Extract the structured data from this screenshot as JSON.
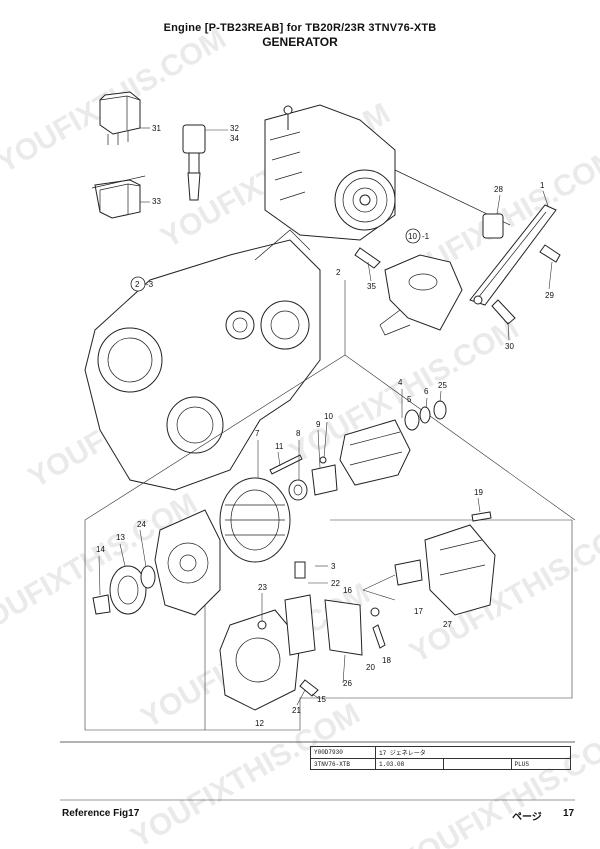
{
  "header": {
    "line1": "Engine [P-TB23REAB] for TB20R/23R  3TNV76-XTB",
    "line2": "GENERATOR"
  },
  "callouts": [
    "1",
    "2",
    "3",
    "4",
    "5",
    "6",
    "7",
    "8",
    "9",
    "10",
    "11",
    "12",
    "13",
    "14",
    "15",
    "16",
    "17",
    "18",
    "19",
    "20",
    "21",
    "22",
    "23",
    "24",
    "25",
    "26",
    "27",
    "28",
    "29",
    "30",
    "31",
    "32",
    "33",
    "34",
    "35"
  ],
  "ref_circles": [
    {
      "circle": "2",
      "suffix": "-3"
    },
    {
      "circle": "10",
      "suffix": "-1"
    }
  ],
  "watermark": "YOUFIXTHIS.COM",
  "table": {
    "r1c1": "Y00D7930",
    "r1c2": "17  ジェネレータ",
    "r2c1": "3TNV76-XTB",
    "r2c2": "1.03.08",
    "r2c3": "PLUS"
  },
  "footer": {
    "left": "Reference   Fig17",
    "page_label": "ページ",
    "page_number": "17"
  }
}
